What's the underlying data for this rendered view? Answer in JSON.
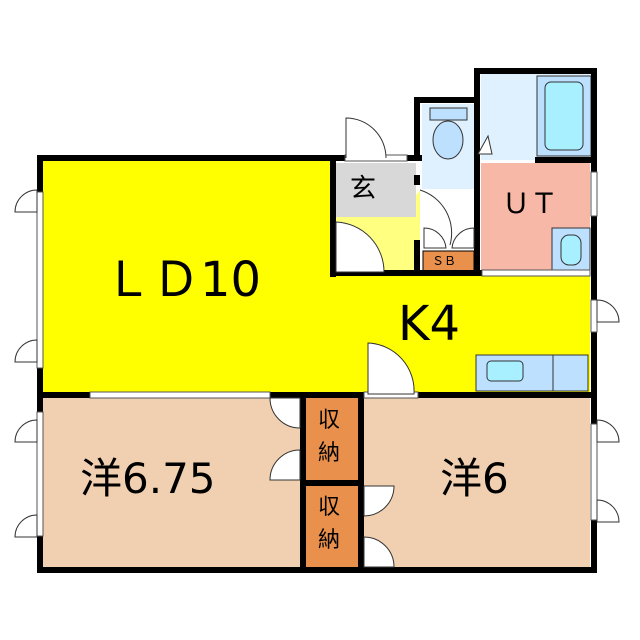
{
  "rooms": {
    "ld": "ＬＤ10",
    "kitchen": "K4",
    "utility": "ＵＴ",
    "entrance": "玄",
    "shoe_box": "ＳＢ",
    "western_room_1": "洋6.75",
    "western_room_2": "洋6",
    "storage_1": "収納",
    "storage_2": "収納"
  },
  "colors": {
    "ld": "#ffff00",
    "entrance_hall": "#ffff80",
    "entrance": "#d8d8d8",
    "utility": "#f8b8a8",
    "western": "#f0d0b0",
    "storage": "#e8904c",
    "water": "#c8e4ff",
    "wall": "#000000"
  }
}
